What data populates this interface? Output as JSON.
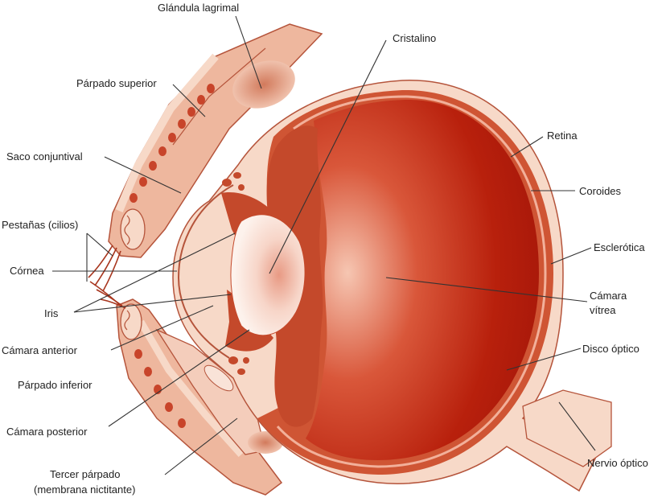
{
  "labels": {
    "glandula_lagrimal": "Glándula lagrimal",
    "cristalino": "Cristalino",
    "parpado_superior": "Párpado superior",
    "saco_conjuntival": "Saco conjuntival",
    "pestanas": "Pestañas (cilios)",
    "cornea": "Córnea",
    "iris": "Iris",
    "camara_anterior": "Cámara anterior",
    "parpado_inferior": "Párpado inferior",
    "camara_posterior": "Cámara posterior",
    "tercer_parpado_1": "Tercer párpado",
    "tercer_parpado_2": "(membrana nictitante)",
    "retina": "Retina",
    "coroides": "Coroides",
    "esclerotica": "Esclerótica",
    "camara_vitrea_1": "Cámara",
    "camara_vitrea_2": "vítrea",
    "disco_optico": "Disco óptico",
    "nervio_optico": "Nervio óptico"
  },
  "colors": {
    "sclera": "#f7d9c8",
    "tissue": "#eeb79e",
    "tissue_line": "#b5543b",
    "choroid": "#b23a1e",
    "vitreous": "#b81e0c",
    "vitreous_light": "#f2b39a",
    "iris": "#c4492b",
    "lens": "#fbe9e0",
    "gland": "#e6a386",
    "leader": "#333333"
  }
}
